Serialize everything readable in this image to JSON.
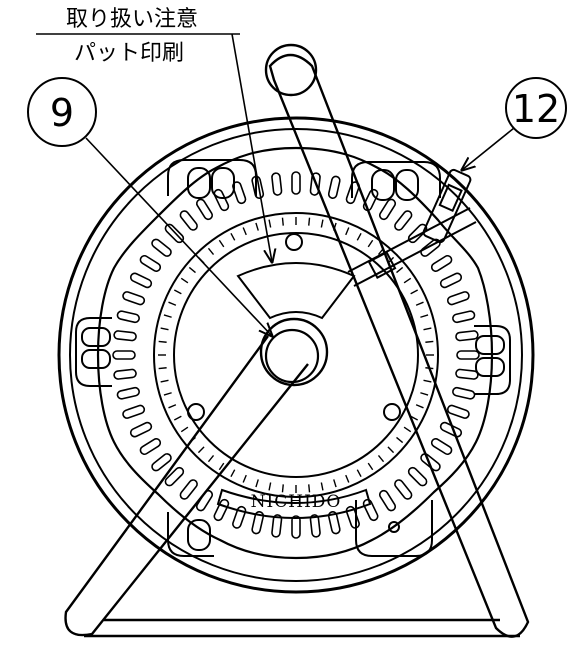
{
  "labels": {
    "caution_text": "取り扱い注意",
    "print_method": "パット印刷",
    "callout_9": "9",
    "callout_12": "12",
    "brand": "NICHIDO"
  }
}
